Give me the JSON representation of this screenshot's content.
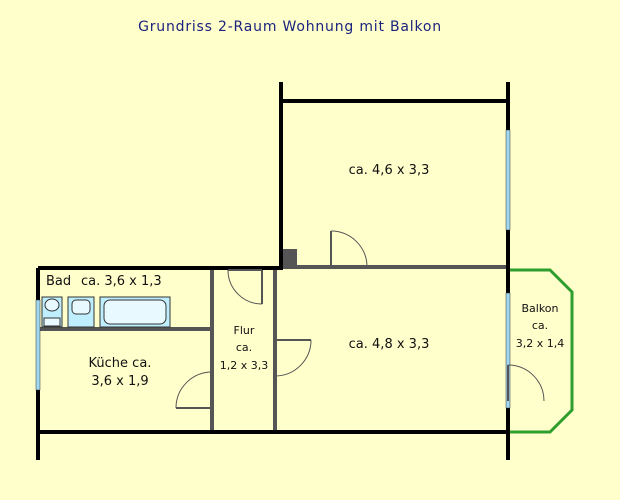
{
  "title": "Grundriss 2-Raum Wohnung mit Balkon",
  "rooms": {
    "zimmer_oben": {
      "size": "ca. 4,6 x 3,3"
    },
    "zimmer_unten": {
      "size": "ca. 4,8 x 3,3"
    },
    "bad": {
      "name": "Bad",
      "size": "ca. 3,6 x 1,3"
    },
    "kueche": {
      "name": "Küche ca.",
      "size": "3,6 x 1,9"
    },
    "flur": {
      "name": "Flur",
      "ca": "ca.",
      "size": "1,2 x 3,3"
    },
    "balkon": {
      "name": "Balkon",
      "ca": "ca.",
      "size": "3,2 x 1,4"
    }
  },
  "colors": {
    "background": "#FFFFCC",
    "walls": "#000000",
    "interior_walls": "#555555",
    "windows": "#9FD8F0",
    "balcony": "#2E9E2E",
    "title": "#1A237E"
  }
}
